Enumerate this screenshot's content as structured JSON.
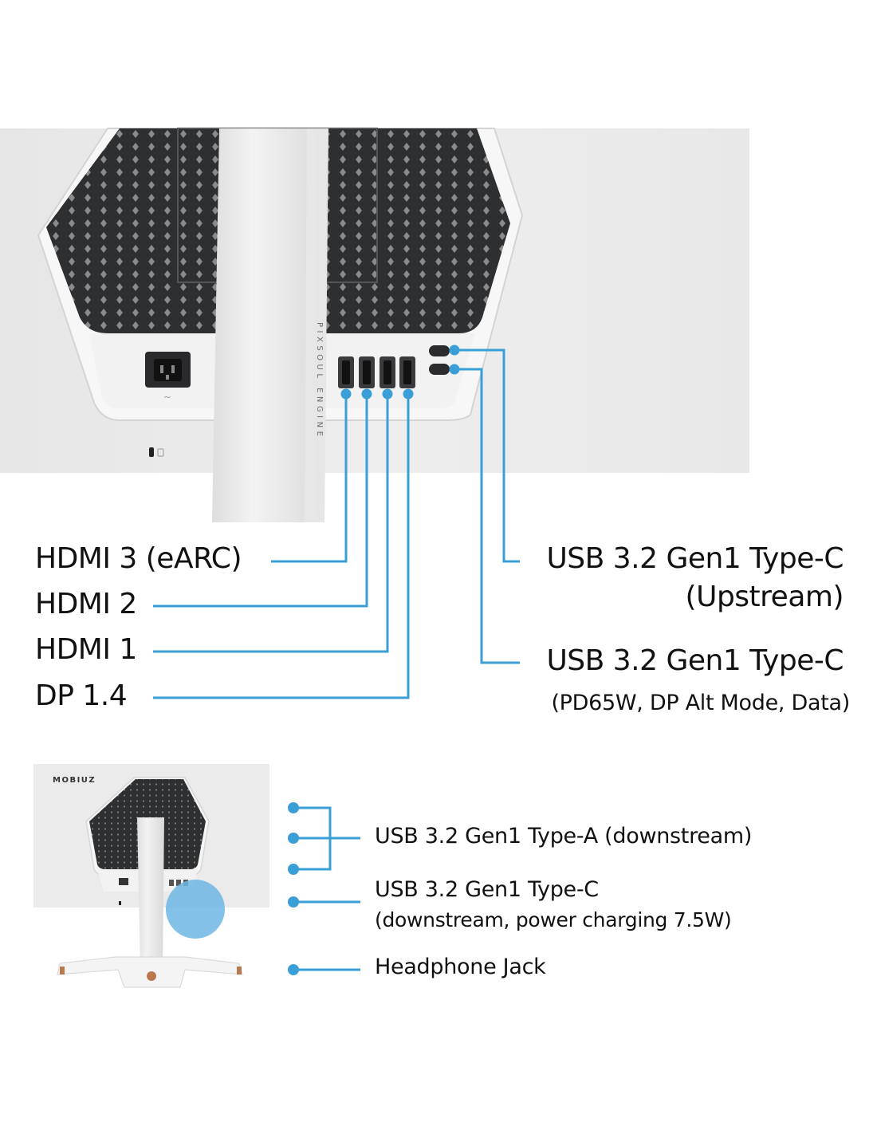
{
  "product": {
    "brand_mark": "MOBIUZ",
    "stand_text": "PIXSOUL ENGINE"
  },
  "rear_ports_left": [
    {
      "label": "HDMI 3 (eARC)"
    },
    {
      "label": "HDMI 2"
    },
    {
      "label": "HDMI 1"
    },
    {
      "label": "DP 1.4"
    }
  ],
  "rear_ports_right": [
    {
      "label_line1": "USB 3.2 Gen1 Type-C",
      "label_line2": "(Upstream)"
    },
    {
      "label_line1": "USB 3.2 Gen1 Type-C",
      "label_line2": "(PD65W, DP Alt Mode, Data)"
    }
  ],
  "side_ports": [
    {
      "label_line1": "USB 3.2 Gen1 Type-A (downstream)"
    },
    {
      "label_line1": "USB 3.2 Gen1 Type-C",
      "label_line2": "(downstream, power charging 7.5W)"
    },
    {
      "label_line1": "Headphone Jack"
    }
  ],
  "colors": {
    "callout_blue": "#3a9fd6",
    "panel_white": "#ececec",
    "vent_dark": "#2e2f31",
    "highlight_blue": "#6fb6e4"
  }
}
